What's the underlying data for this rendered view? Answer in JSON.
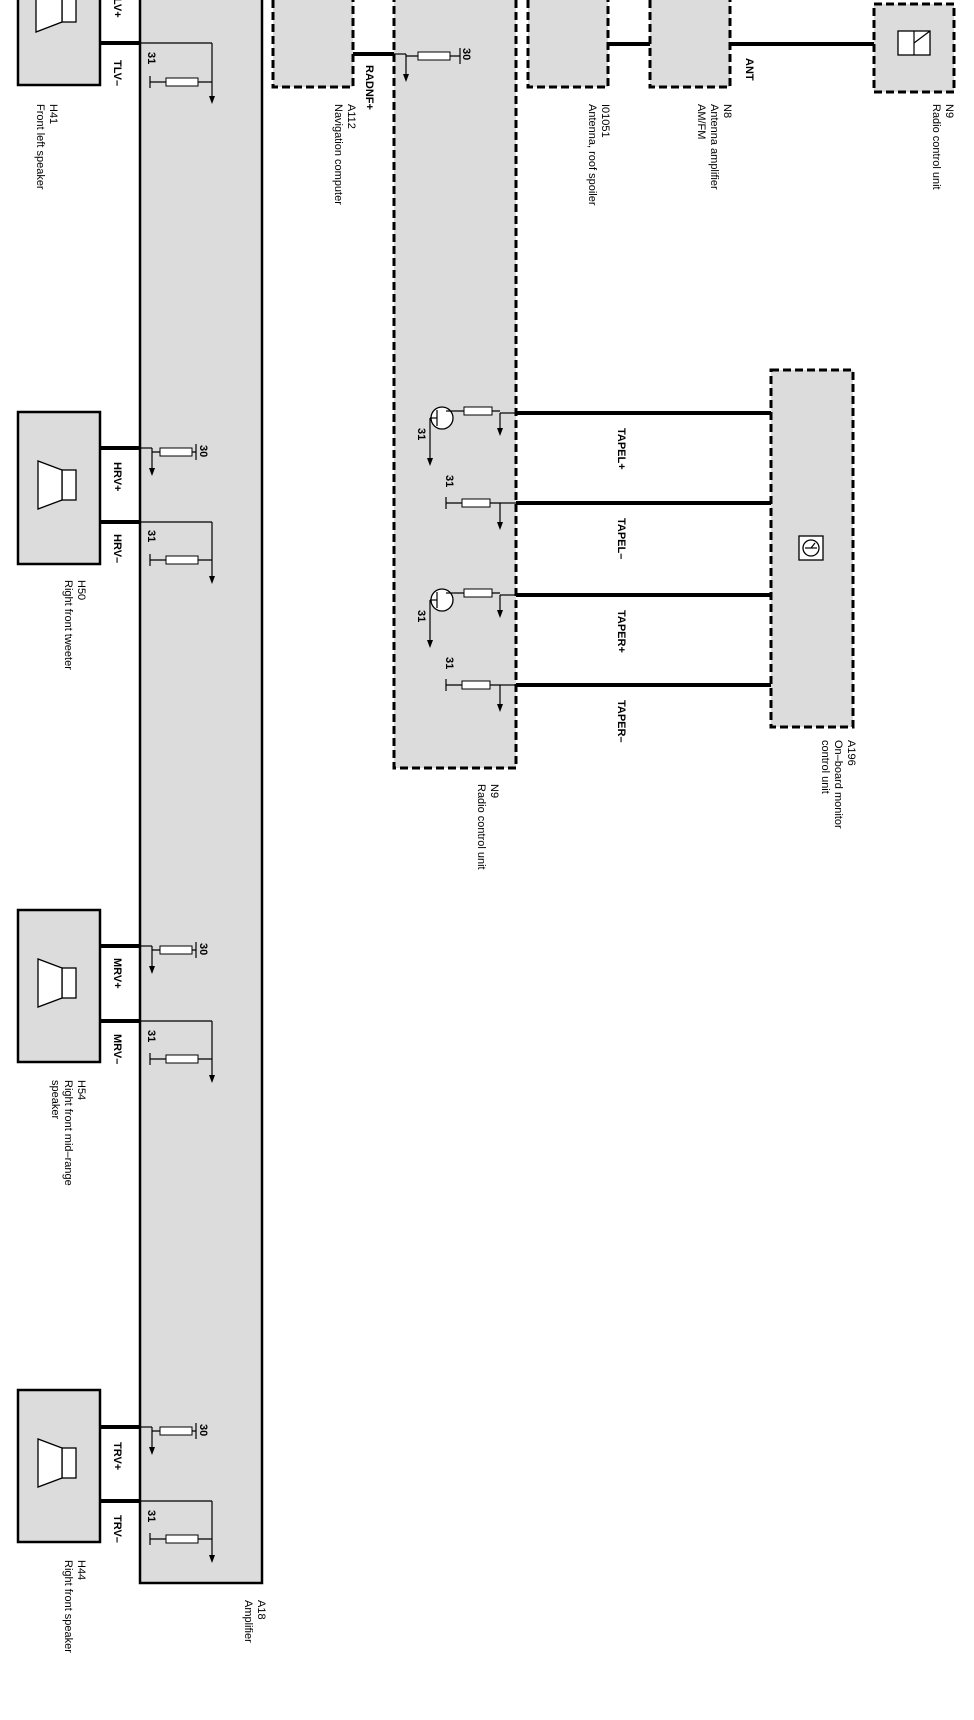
{
  "components": {
    "A18": {
      "id": "A18",
      "name": "Amplifier"
    },
    "H41": {
      "id": "H41",
      "name": "Front left speaker"
    },
    "H50": {
      "id": "H50",
      "name": "Right front tweeter"
    },
    "H54": {
      "id": "H54",
      "name": "Right front mid–range speaker",
      "line1": "Right front mid–range",
      "line2": "speaker"
    },
    "H44": {
      "id": "H44",
      "name": "Right front speaker"
    },
    "A112": {
      "id": "A112",
      "name": "Navigation computer"
    },
    "I01051": {
      "id": "I01051",
      "name": "Antenna, roof spoiler"
    },
    "N8": {
      "id": "N8",
      "name": "Antenna amplifier AM/FM",
      "line1": "Antenna amplifier",
      "line2": "AM/FM"
    },
    "N9_top": {
      "id": "N9",
      "name": "Radio control unit"
    },
    "N9_main": {
      "id": "N9",
      "name": "Radio control unit"
    },
    "A196": {
      "id": "A196",
      "name": "On–board monitor control unit",
      "line1": "On–board monitor",
      "line2": "control unit"
    }
  },
  "signals": {
    "TLV_plus": "LV+",
    "TLV_minus": "TLV–",
    "HRV_plus": "HRV+",
    "HRV_minus": "HRV–",
    "MRV_plus": "MRV+",
    "MRV_minus": "MRV–",
    "TRV_plus": "TRV+",
    "TRV_minus": "TRV–",
    "RADNF_plus": "RADNF+",
    "ANT": "ANT",
    "TAPEL_plus": "TAPEL+",
    "TAPEL_minus": "TAPEL–",
    "TAPER_plus": "TAPER+",
    "TAPER_minus": "TAPER–"
  },
  "terminals": {
    "t30": "30",
    "t31": "31"
  },
  "icons": {
    "speaker": "speaker-icon",
    "monitor": "monitor-icon",
    "radio": "radio-icon",
    "resistor": "resistor-symbol",
    "transistor": "transistor-symbol",
    "ground": "ground-arrow-icon"
  }
}
